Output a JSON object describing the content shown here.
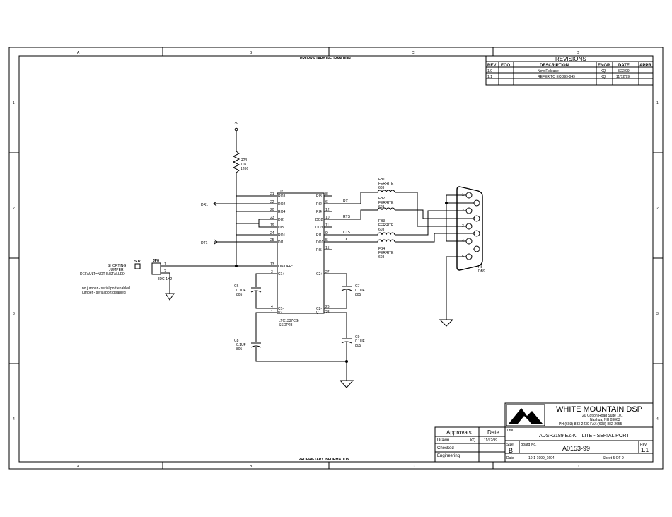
{
  "border": {
    "zones_top": [
      "A",
      "B",
      "C",
      "D"
    ],
    "zones_bottom": [
      "A",
      "B",
      "C",
      "D"
    ],
    "zones_left": [
      "1",
      "2",
      "3",
      "4"
    ],
    "zones_right": [
      "1",
      "2",
      "3",
      "4"
    ],
    "proprietary_top": "PROPRIETARY INFORMATION",
    "proprietary_bottom": "PROPRIETARY INFORMATION"
  },
  "revisions": {
    "title": "REVISIONS",
    "headers": [
      "REV",
      "ECO",
      "DESCRIPTION",
      "ENGR",
      "DATE",
      "APPR"
    ],
    "rows": [
      [
        "1.0",
        "",
        "New Release",
        "KQ",
        "8/22/99",
        ""
      ],
      [
        "1.1",
        "",
        "REFER TO ECO99-049",
        "KQ",
        "11/12/99",
        ""
      ]
    ]
  },
  "schematic": {
    "supply": "3V",
    "r23": {
      "ref": "R23",
      "value": "10K",
      "pkg": "1206"
    },
    "u7": {
      "ref": "U7",
      "part": "LTC1337CG",
      "pkg": "SSOP28"
    },
    "u7_pins_left": [
      {
        "num": "21",
        "name": "RO3"
      },
      {
        "num": "22",
        "name": "RO2"
      },
      {
        "num": "20",
        "name": "RO4"
      },
      {
        "num": "23",
        "name": "DI2"
      },
      {
        "num": "19",
        "name": "DI3"
      },
      {
        "num": "24",
        "name": "RO1"
      },
      {
        "num": "25",
        "name": "DI1"
      },
      {
        "num": "13",
        "name": "ON/OFF*"
      },
      {
        "num": "3",
        "name": "C1+"
      },
      {
        "num": "4",
        "name": "C1-"
      },
      {
        "num": "1",
        "name": "V+"
      }
    ],
    "u7_pins_right": [
      {
        "num": "8",
        "name": "RI3"
      },
      {
        "num": "6",
        "name": "RI2"
      },
      {
        "num": "12",
        "name": "RI4"
      },
      {
        "num": "10",
        "name": "DO2"
      },
      {
        "num": "11",
        "name": "DO3"
      },
      {
        "num": "9",
        "name": "RI1"
      },
      {
        "num": "5",
        "name": "DO1"
      },
      {
        "num": "15",
        "name": "RI5"
      },
      {
        "num": "27",
        "name": "C2+"
      },
      {
        "num": "26",
        "name": "C2-"
      },
      {
        "num": "28",
        "name": "V-"
      }
    ],
    "nets": {
      "dr": "DR1",
      "dt": "DT1",
      "rx": "RX",
      "rts": "RTS",
      "cts": "CTS",
      "tx": "TX"
    },
    "ferrites": [
      {
        "ref": "FB1",
        "type": "FERRITE",
        "pkg": "603"
      },
      {
        "ref": "FB2",
        "type": "FERRITE",
        "pkg": "603"
      },
      {
        "ref": "FB3",
        "type": "FERRITE",
        "pkg": "603"
      },
      {
        "ref": "FB4",
        "type": "FERRITE",
        "pkg": "603"
      }
    ],
    "connector": {
      "ref": "P8",
      "part": "DB9",
      "pins": [
        "1",
        "6",
        "2",
        "7",
        "3",
        "8",
        "4",
        "9",
        "5"
      ]
    },
    "caps": {
      "c6": {
        "ref": "C6",
        "value": "0.1UF",
        "pkg": "805"
      },
      "c7": {
        "ref": "C7",
        "value": "0.1UF",
        "pkg": "805"
      },
      "c8": {
        "ref": "C8",
        "value": "0.1UF",
        "pkg": "805"
      },
      "c9": {
        "ref": "C9",
        "value": "0.1UF",
        "pkg": "805"
      }
    },
    "jumper": {
      "sj": "SJ7",
      "jp": "JP8",
      "pkg": "IDC-1X2",
      "label1": "SHORTING",
      "label2": "JUMPER",
      "label3": "DEFAULT=NOT INSTALLED",
      "note1": "no jumper - serial port enabled",
      "note2": "jumper - serial port disabled",
      "pin1": "1",
      "pin2": "2"
    }
  },
  "title_block": {
    "company": "WHITE MOUNTAIN DSP",
    "addr1": "20 Cotton Road Suite 101",
    "addr2": "Nashua, NH 03063",
    "phone": "PH:(603)-883-2430 FAX:(603)-882-2655",
    "approvals": "Approvals",
    "date_hdr": "Date",
    "rows": [
      {
        "label": "Drawn",
        "initials": "KQ",
        "date": "11/12/99"
      },
      {
        "label": "Checked",
        "initials": "",
        "date": ""
      },
      {
        "label": "Engineering",
        "initials": "",
        "date": ""
      }
    ],
    "title_label": "Title",
    "title": "ADSP2189 EZ-KIT LITE - SERIAL PORT",
    "size_label": "Size",
    "size": "B",
    "board_label": "Board No.",
    "board": "A0153-99",
    "rev_label": "Rev",
    "rev": "1.1",
    "date_label": "Date",
    "date": "10-1-1999_1604",
    "sheet": "Sheet   5 OF 9"
  }
}
